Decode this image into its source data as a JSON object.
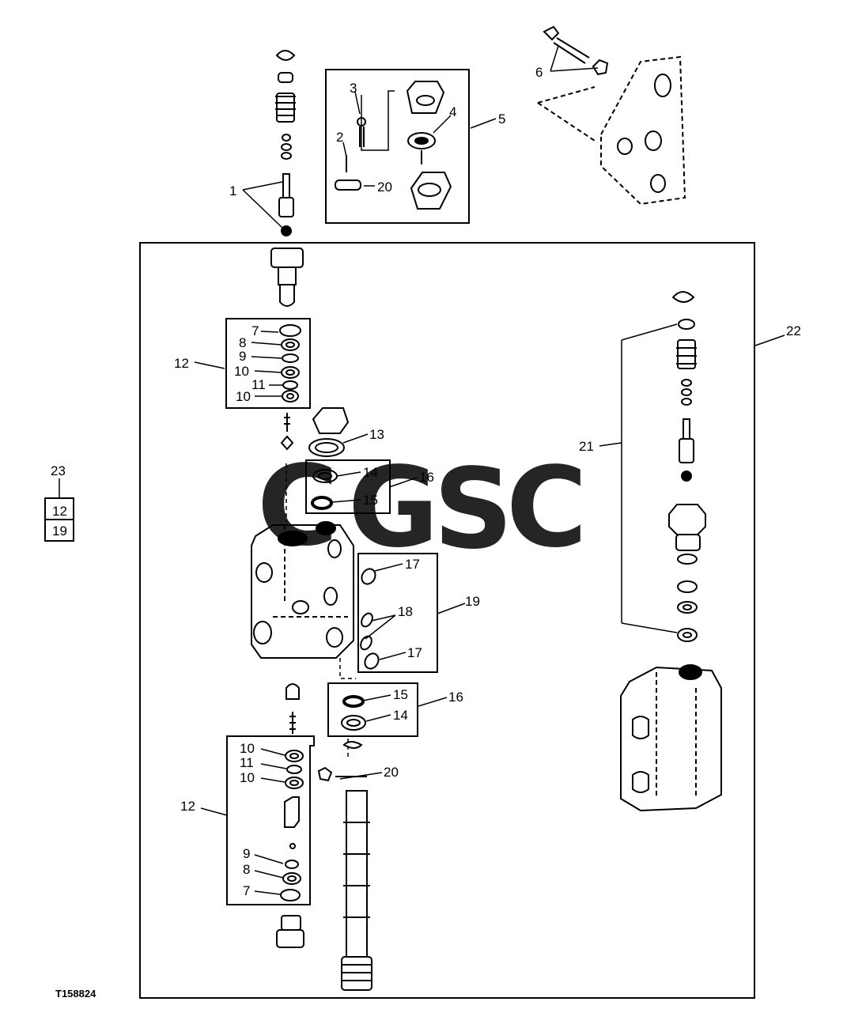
{
  "figure": {
    "reference_code": "T158824",
    "watermark": {
      "letters": [
        "C",
        "G",
        "S",
        "C"
      ],
      "colors": [
        "#4a8ff0",
        "#f2716c",
        "#f7d24a",
        "#5dba8a"
      ]
    }
  },
  "labels": {
    "n1": "1",
    "n2": "2",
    "n3": "3",
    "n4": "4",
    "n5": "5",
    "n6": "6",
    "n7a": "7",
    "n8a": "8",
    "n9a": "9",
    "n10a": "10",
    "n11a": "11",
    "n10b": "10",
    "n12a": "12",
    "n13": "13",
    "n14a": "14",
    "n15a": "15",
    "n16a": "16",
    "n17a": "17",
    "n18": "18",
    "n17b": "17",
    "n19": "19",
    "n15b": "15",
    "n14b": "14",
    "n16b": "16",
    "n10c": "10",
    "n11b": "11",
    "n10d": "10",
    "n20b": "20",
    "n12b": "12",
    "n9b": "9",
    "n8b": "8",
    "n7b": "7",
    "n20a": "20",
    "n21": "21",
    "n22": "22",
    "n23": "23",
    "kit_a": "12",
    "kit_b": "19"
  }
}
